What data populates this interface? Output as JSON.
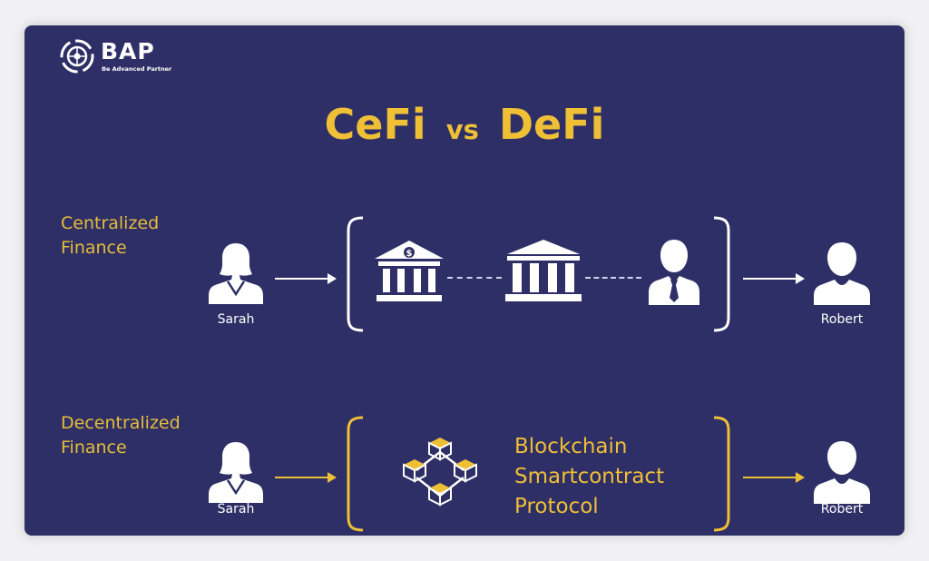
{
  "brand": {
    "name": "BAP",
    "tagline": "Be Advanced Partner"
  },
  "title": {
    "left": "CeFi",
    "middle": "vs",
    "right": "DeFi"
  },
  "rows": {
    "centralized": {
      "label_line1": "Centralized",
      "label_line2": "Finance",
      "sender": "Sarah",
      "receiver": "Robert"
    },
    "decentralized": {
      "label_line1": "Decentralized",
      "label_line2": "Finance",
      "sender": "Sarah",
      "receiver": "Robert",
      "mechanism": [
        "Blockchain",
        "Smartcontract",
        "Protocol"
      ]
    }
  },
  "colors": {
    "background": "#2e2f66",
    "accent": "#efbf36",
    "icon": "#ffffff"
  },
  "icons": {
    "logo": "bap-logo-icon",
    "person_female": "woman-user-icon",
    "person_male": "man-user-icon",
    "bank": "bank-dollar-icon",
    "institution": "institution-columns-icon",
    "banker": "businessman-icon",
    "blockchain": "blockchain-cubes-icon"
  }
}
